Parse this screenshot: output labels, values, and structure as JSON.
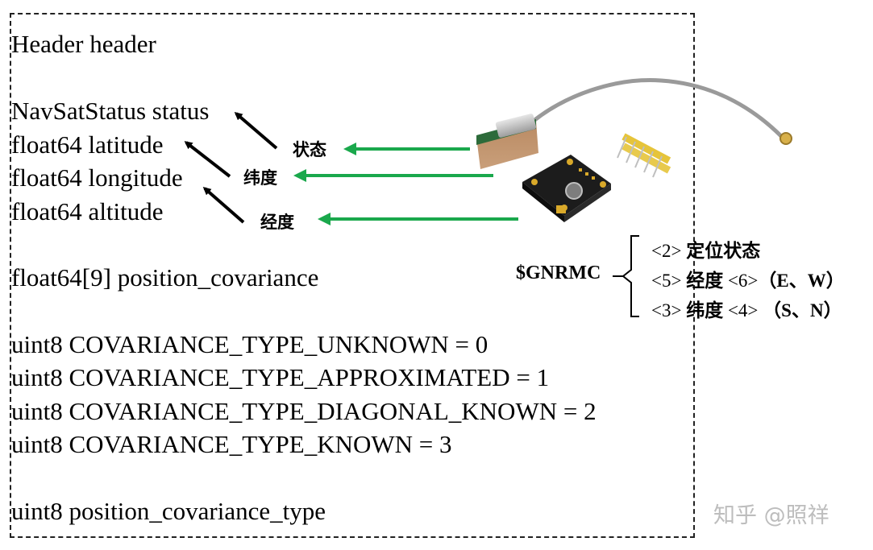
{
  "message_fields": {
    "header": "Header header",
    "status": "NavSatStatus status",
    "latitude": "float64 latitude",
    "longitude": "float64 longitude",
    "altitude": "float64 altitude",
    "position_covariance": "float64[9] position_covariance",
    "cov_unknown": "uint8 COVARIANCE_TYPE_UNKNOWN = 0",
    "cov_approximated": "uint8 COVARIANCE_TYPE_APPROXIMATED = 1",
    "cov_diagonal_known": "uint8 COVARIANCE_TYPE_DIAGONAL_KNOWN = 2",
    "cov_known": "uint8 COVARIANCE_TYPE_KNOWN = 3",
    "position_covariance_type": "uint8 position_covariance_type"
  },
  "annotations": {
    "status_cn": "状态",
    "latitude_cn": "纬度",
    "longitude_cn": "经度"
  },
  "gnrmc": {
    "sentence": "$GNRMC",
    "row1": {
      "index": "<2>",
      "text": "定位状态"
    },
    "row2": {
      "index": "<5>",
      "text": "经度",
      "index2": "<6>",
      "open": "（",
      "dir": "E、W",
      "close": "）"
    },
    "row3": {
      "index": "<3>",
      "text": "纬度",
      "index2": "<4>",
      "open": "（",
      "dir": "S、N",
      "close": "）"
    }
  },
  "watermark": "知乎 @照祥",
  "colors": {
    "arrow_black": "#000000",
    "arrow_green": "#1aa84c",
    "pcb": "#1c1c1c",
    "gold": "#d9a92a"
  }
}
